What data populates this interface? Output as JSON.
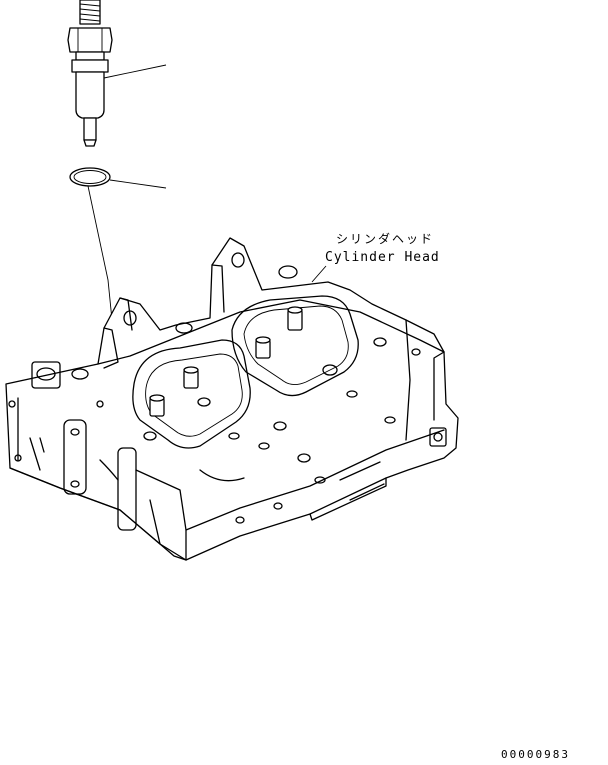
{
  "callouts": {
    "cylinder_head_jp": "シリンダヘッド",
    "cylinder_head_en": "Cylinder Head"
  },
  "drawing_number": "00000983"
}
